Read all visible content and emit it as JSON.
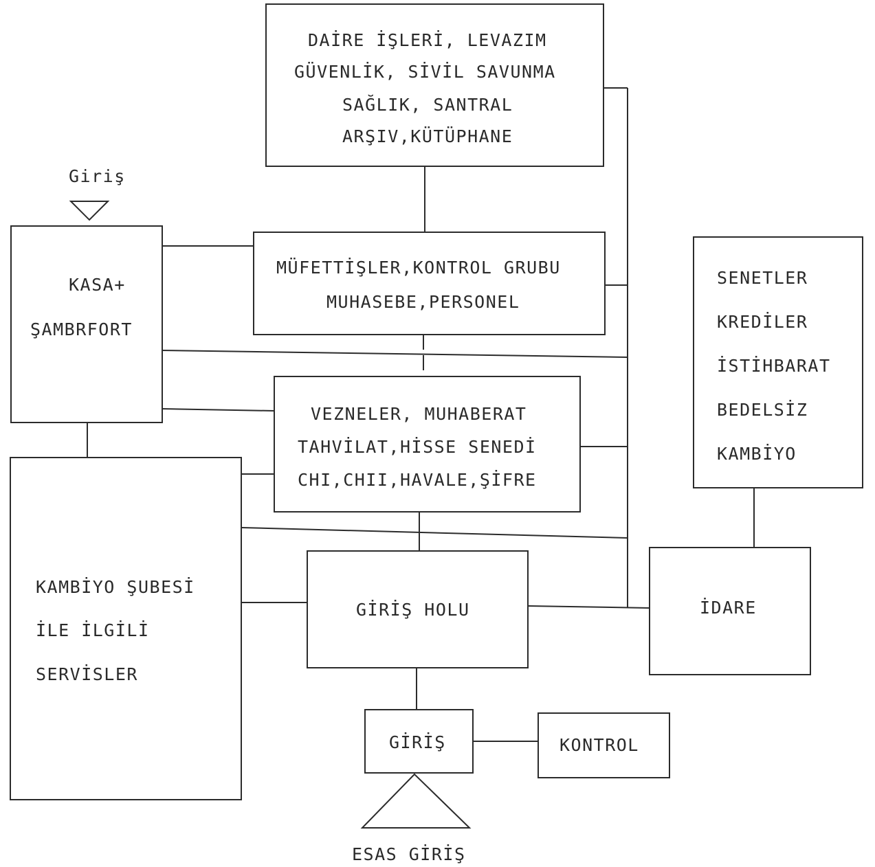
{
  "diagram": {
    "top_box": {
      "lines": [
        "DAİRE İŞLERİ, LEVAZIM",
        "GÜVENLİK, SİVİL SAVUNMA",
        "SAĞLIK, SANTRAL",
        "ARŞIV,KÜTÜPHANE"
      ]
    },
    "side_entrance": {
      "label": "Giriş"
    },
    "kasa_box": {
      "lines": [
        "KASA+",
        "ŞAMBRFORT"
      ]
    },
    "mufettis_box": {
      "lines": [
        "MÜFETTİŞLER,KONTROL GRUBU",
        "MUHASEBE,PERSONEL"
      ]
    },
    "senetler_box": {
      "lines": [
        "SENETLER",
        "KREDİLER",
        "İSTİHBARAT",
        "BEDELSİZ",
        "KAMBİYO"
      ]
    },
    "vezne_box": {
      "lines": [
        "VEZNELER, MUHABERAT",
        "TAHVİLAT,HİSSE SENEDİ",
        "CHI,CHII,HAVALE,ŞİFRE"
      ]
    },
    "kambiyo_box": {
      "lines": [
        "KAMBİYO ŞUBESİ",
        "İLE İLGİLİ",
        "SERVİSLER"
      ]
    },
    "giris_holu_box": {
      "label": "GİRİŞ HOLU"
    },
    "idare_box": {
      "label": "İDARE"
    },
    "giris_box": {
      "label": "GİRİŞ"
    },
    "kontrol_box": {
      "label": "KONTROL"
    },
    "main_entrance": {
      "label": "ESAS GİRİŞ"
    }
  }
}
